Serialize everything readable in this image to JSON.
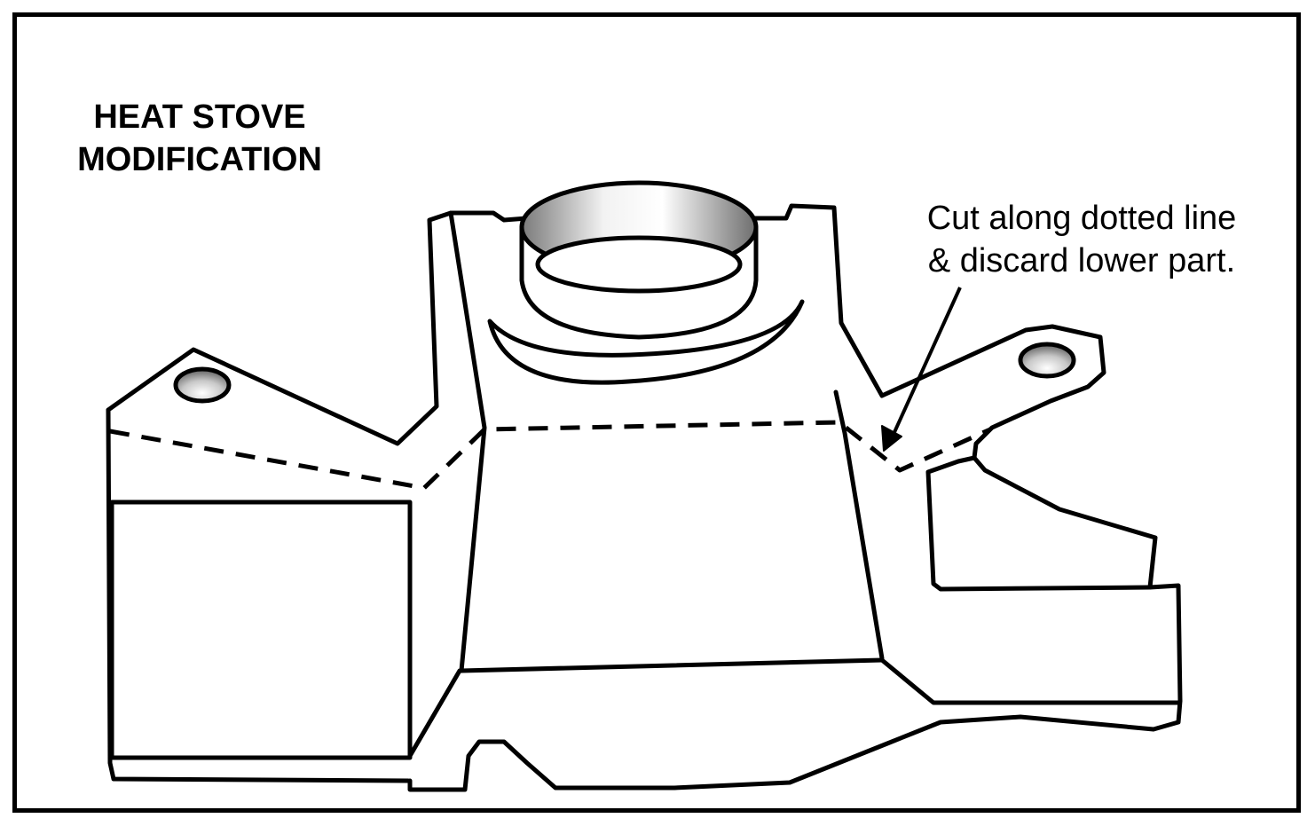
{
  "title": {
    "line1": "HEAT STOVE",
    "line2": "MODIFICATION"
  },
  "annotation": {
    "line1": "Cut along dotted line",
    "line2": "& discard lower part."
  },
  "colors": {
    "line": "#000000",
    "background": "#ffffff",
    "shade_dark": "#8a8a8a",
    "shade_light": "#ffffff"
  }
}
